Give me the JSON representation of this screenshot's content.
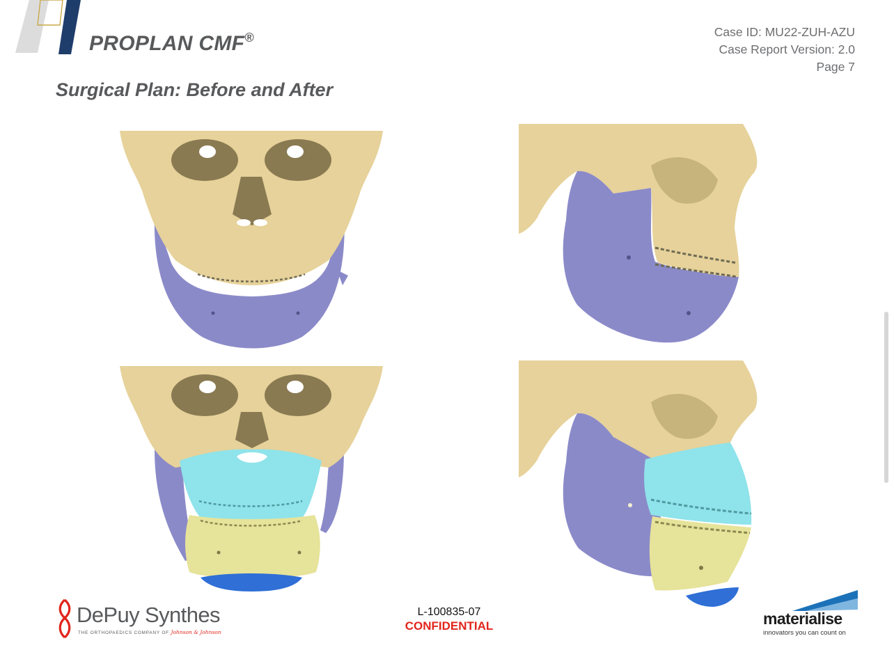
{
  "header": {
    "brand": "PROPLAN CMF",
    "brand_mark": "®",
    "case_id": "Case ID: MU22-ZUH-AZU",
    "version": "Case Report Version: 2.0",
    "page": "Page 7"
  },
  "title": "Surgical Plan: Before and After",
  "footer": {
    "doc_number": "L-100835-07",
    "confidential": "CONFIDENTIAL",
    "left_logo": {
      "name": "DePuy Synthes",
      "tagline": "THE ORTHOPAEDICS COMPANY OF",
      "parent": "Johnson & Johnson"
    },
    "right_logo": {
      "name": "materialise",
      "tagline": "innovators you can count on"
    }
  },
  "colors": {
    "bone": "#e6d29a",
    "mandible": "#8b8ac9",
    "maxilla_segment": "#8fe3ea",
    "mandible_segment": "#e6e39a",
    "chin_segment": "#2f6fd6",
    "brand_navy": "#1f3d6b",
    "confidential_red": "#e1251b",
    "materialise_blue": "#1c72b8"
  },
  "images": {
    "before_front": "skull-frontal-preop",
    "before_side": "skull-lateral-preop",
    "after_front": "skull-frontal-postop",
    "after_side": "skull-lateral-postop"
  }
}
